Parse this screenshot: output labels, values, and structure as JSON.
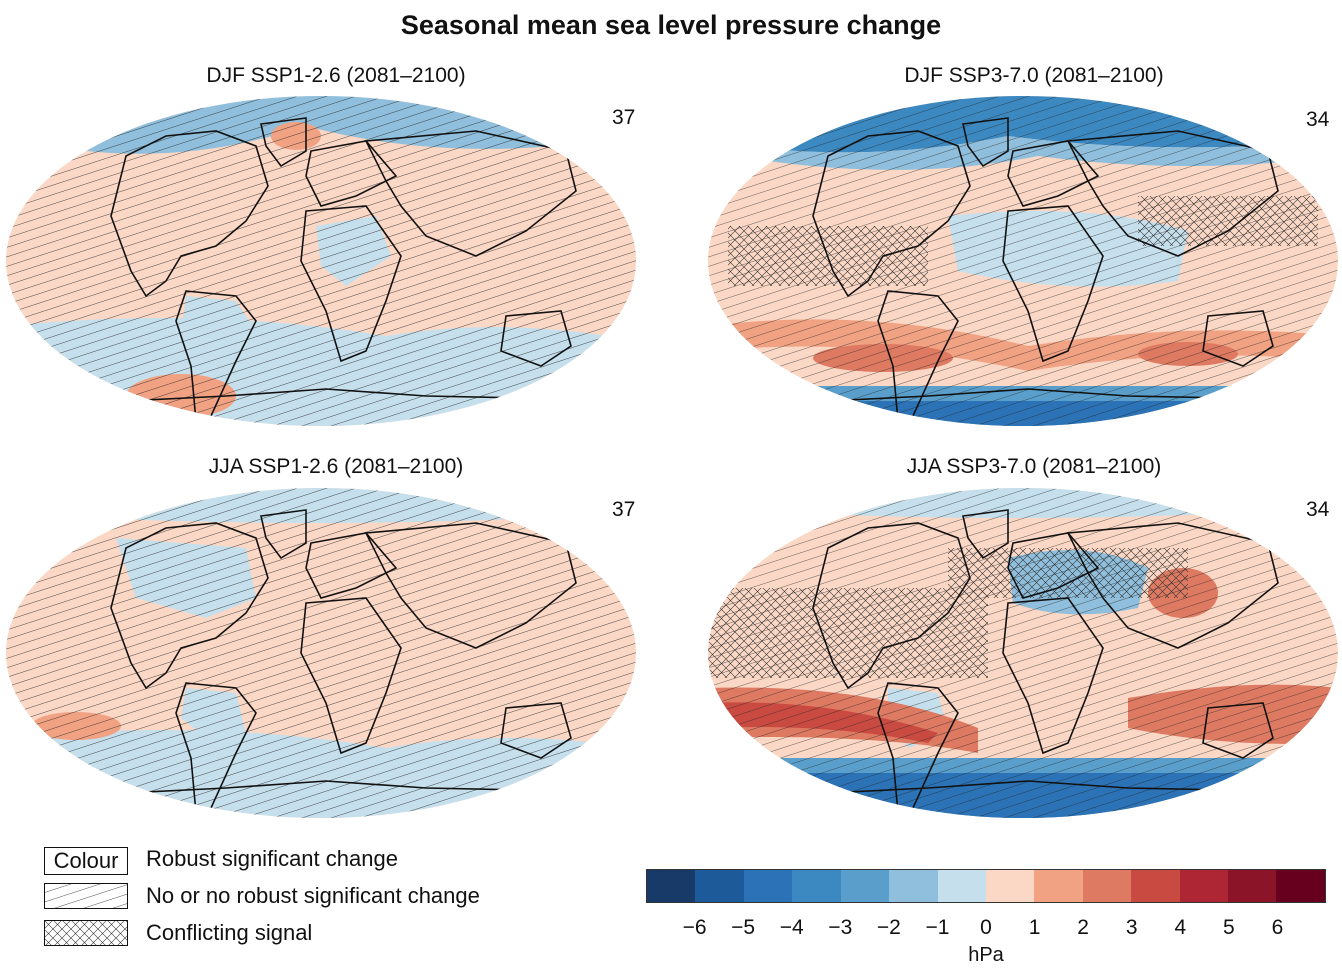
{
  "title": "Seasonal mean sea level pressure change",
  "panels": [
    {
      "title": "DJF SSP1-2.6 (2081–2100)",
      "count": "37"
    },
    {
      "title": "DJF SSP3-7.0 (2081–2100)",
      "count": "34"
    },
    {
      "title": "JJA SSP1-2.6 (2081–2100)",
      "count": "37"
    },
    {
      "title": "JJA SSP3-7.0 (2081–2100)",
      "count": "34"
    }
  ],
  "legend": {
    "colour_label": "Colour",
    "robust": "Robust significant change",
    "no_robust": "No or no robust significant change",
    "conflicting": "Conflicting signal"
  },
  "colorbar": {
    "colors": [
      "#173a68",
      "#1d5a9a",
      "#2b73b6",
      "#3c89c1",
      "#5a9fcc",
      "#8fbfdc",
      "#c5dfec",
      "#fbd7c5",
      "#f1a283",
      "#de7a62",
      "#c94a41",
      "#ae2533",
      "#8c1429",
      "#67001f"
    ],
    "ticks": [
      "−6",
      "−5",
      "−4",
      "−3",
      "−2",
      "−1",
      "0",
      "1",
      "2",
      "3",
      "4",
      "5",
      "6"
    ],
    "unit": "hPa"
  }
}
